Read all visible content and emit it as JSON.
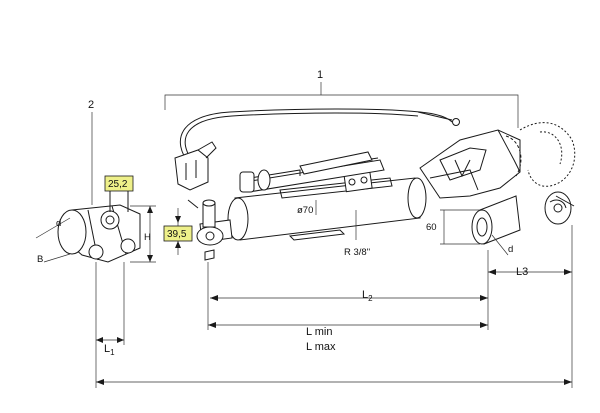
{
  "callouts": {
    "part1": "1",
    "part2": "2"
  },
  "dimensions": {
    "d_left": "d",
    "b": "B",
    "h": "H",
    "pin_width": "25,2",
    "pin_height": "39,5",
    "diameter": "ø70",
    "port": "R 3/8\"",
    "ball_size": "60",
    "d_right": "d",
    "l1": "L",
    "l1_sub": "1",
    "l2": "L",
    "l2_sub": "2",
    "l3": "L3",
    "lmin": "L min",
    "lmax": "L max"
  },
  "colors": {
    "highlight": "#eef08a",
    "line": "#1a1a1a"
  }
}
